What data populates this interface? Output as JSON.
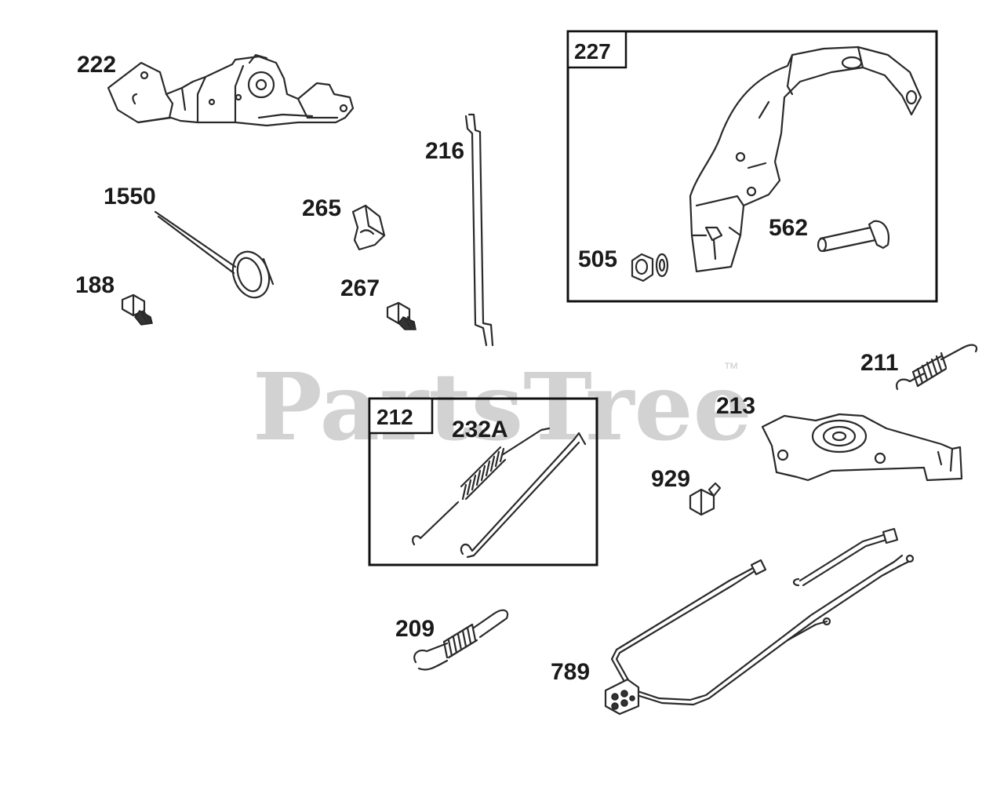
{
  "watermark": {
    "text": "PartsTree",
    "trademark": "™"
  },
  "callouts": {
    "c222": "222",
    "c216": "216",
    "c1550": "1550",
    "c265": "265",
    "c188": "188",
    "c267": "267",
    "c227": "227",
    "c562": "562",
    "c505": "505",
    "c211": "211",
    "c213": "213",
    "c212": "212",
    "c232a": "232A",
    "c929": "929",
    "c209": "209",
    "c789": "789"
  },
  "colors": {
    "line": "#2a2a2a",
    "watermark": "#d2d2d2",
    "background": "#ffffff"
  }
}
